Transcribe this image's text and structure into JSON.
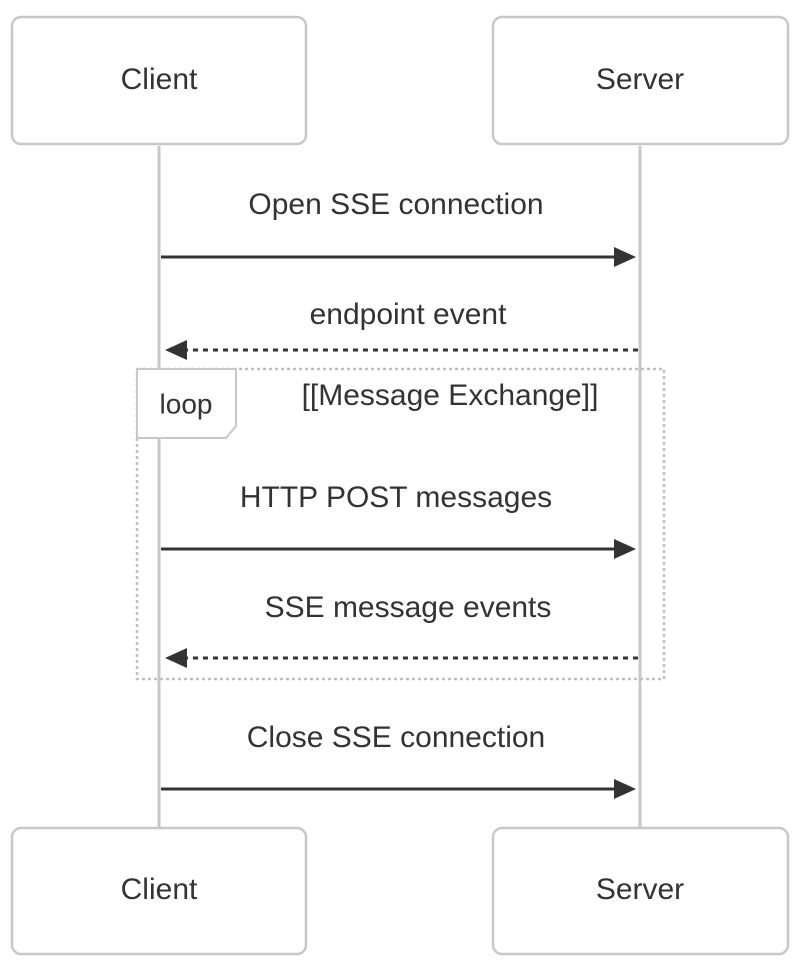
{
  "diagram": {
    "type": "sequence",
    "participants": [
      {
        "id": "client",
        "label": "Client"
      },
      {
        "id": "server",
        "label": "Server"
      }
    ],
    "messages": [
      {
        "id": "open-sse",
        "from": "client",
        "to": "server",
        "label": "Open SSE connection",
        "style": "solid"
      },
      {
        "id": "endpoint-event",
        "from": "server",
        "to": "client",
        "label": "endpoint event",
        "style": "dashed"
      },
      {
        "id": "http-post",
        "from": "client",
        "to": "server",
        "label": "HTTP POST messages",
        "style": "solid"
      },
      {
        "id": "sse-message-events",
        "from": "server",
        "to": "client",
        "label": "SSE message events",
        "style": "dashed"
      },
      {
        "id": "close-sse",
        "from": "client",
        "to": "server",
        "label": "Close SSE connection",
        "style": "solid"
      }
    ],
    "loop": {
      "label": "loop",
      "title": "[[Message Exchange]]",
      "messages": [
        "http-post",
        "sse-message-events"
      ]
    },
    "colors": {
      "text": "#333333",
      "line": "#333333",
      "border": "#c8c8c8",
      "background": "#ffffff"
    }
  }
}
